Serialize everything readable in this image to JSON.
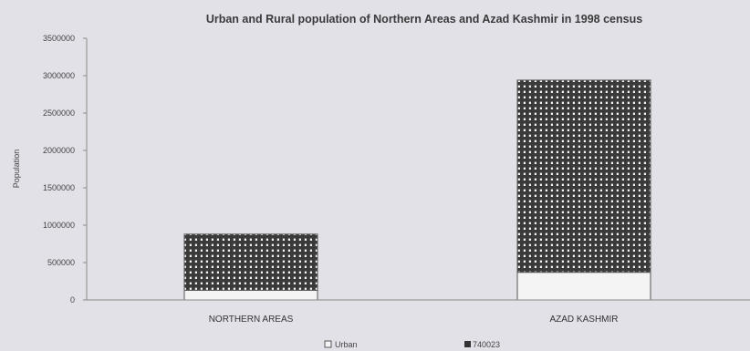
{
  "chart_data": {
    "type": "bar",
    "stacked": true,
    "title": "Urban and Rural population of Northern Areas and Azad Kashmir in 1998 census",
    "xlabel": "",
    "ylabel": "Population",
    "categories": [
      "NORTHERN AREAS",
      "AZAD KASHMIR"
    ],
    "series": [
      {
        "name": "Urban",
        "values": [
          130000,
          370000
        ]
      },
      {
        "name": "740023",
        "values": [
          750000,
          2570000
        ]
      }
    ],
    "ylim": [
      0,
      3500000
    ],
    "yticks": [
      "0",
      "500000",
      "1000000",
      "1500000",
      "2000000",
      "2500000",
      "3000000",
      "3500000"
    ],
    "ytick_values": [
      0,
      500000,
      1000000,
      1500000,
      2000000,
      2500000,
      3000000,
      3500000
    ],
    "grid": false,
    "legend": "bottom",
    "colors": {
      "background": "#e3e1e8",
      "bar_grid": "#444444",
      "bar_fill_light": "#ffffff",
      "axis": "#888888"
    }
  }
}
